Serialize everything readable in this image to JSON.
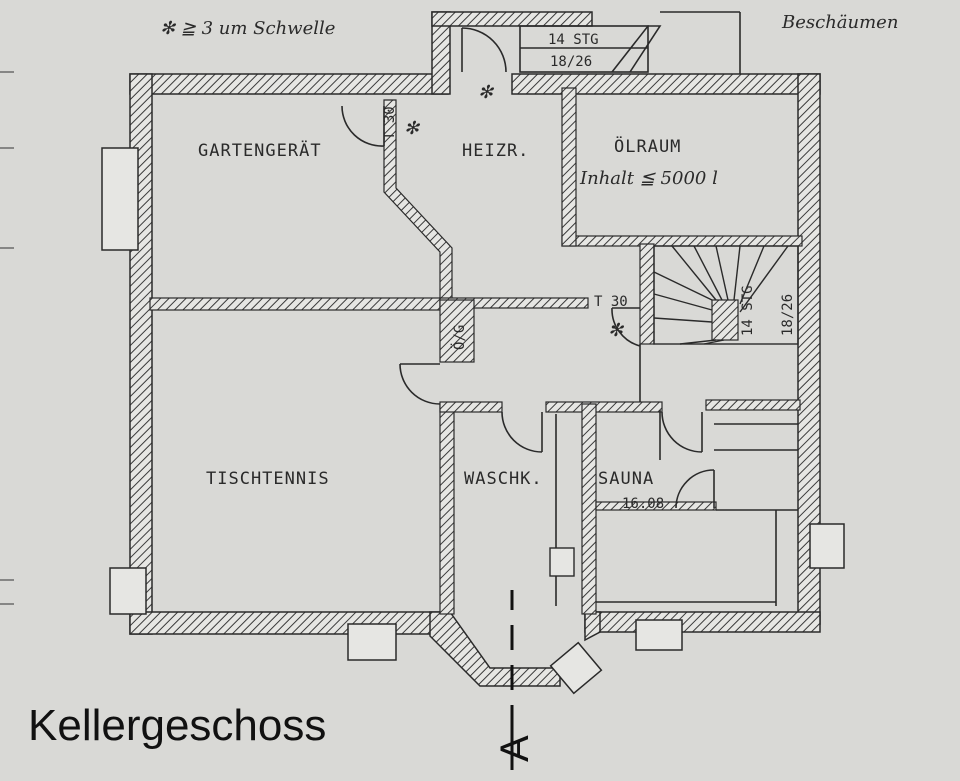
{
  "rooms": {
    "gartengeraet": "GARTENGERÄT",
    "heizraum": "HEIZR.",
    "oelraum": "ÖLRAUM",
    "tischtennis": "TISCHTENNIS",
    "waschkueche": "WASCHK.",
    "sauna": "SAUNA"
  },
  "annotations": {
    "top_note": "✻ ≧ 3 um Schwelle",
    "top_right_note": "Beschäumen",
    "oel_capacity": "Inhalt ≦ 5000 l",
    "sauna_area": "16.08",
    "stair_top_steps": "14 STG",
    "stair_top_ratio": "18/26",
    "stair_inner_steps": "14 STG",
    "stair_inner_ratio": "18/26",
    "door_t30_heiz": "T 30",
    "door_t30_hall": "T 30",
    "fire_star": "✻",
    "door_small_label": "Ö/G"
  },
  "caption": "Kellergeschoss",
  "section_marker": "A",
  "colors": {
    "paper": "#d9d9d6",
    "ink": "#2a2a2a",
    "hatch": "#3a3a3a"
  }
}
